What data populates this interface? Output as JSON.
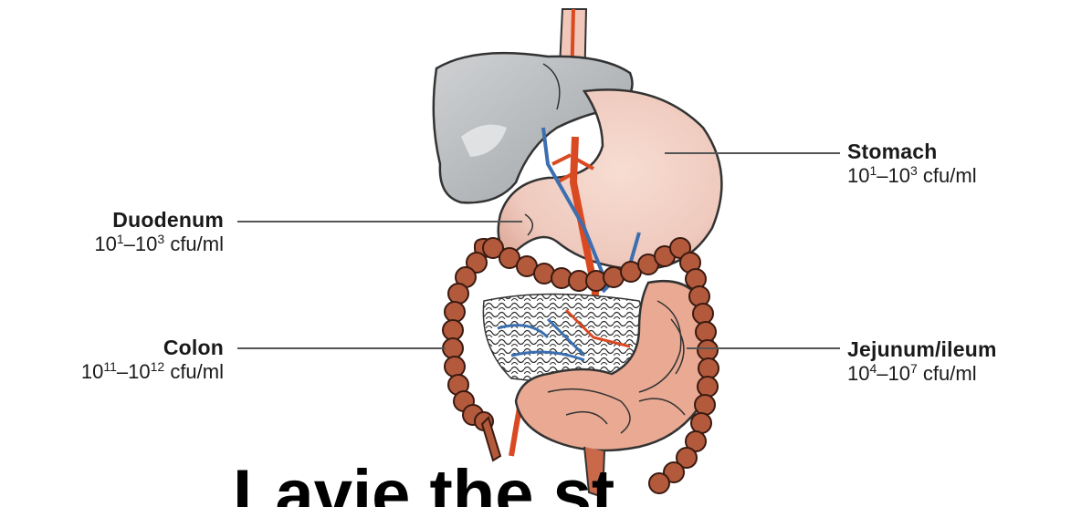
{
  "labels": {
    "stomach": {
      "name": "Stomach",
      "base_low": "10",
      "exp_low": "1",
      "dash": "–",
      "base_high": "10",
      "exp_high": "3",
      "unit": " cfu/ml"
    },
    "duodenum": {
      "name": "Duodenum",
      "base_low": "10",
      "exp_low": "1",
      "dash": "–",
      "base_high": "10",
      "exp_high": "3",
      "unit": " cfu/ml"
    },
    "colon": {
      "name": "Colon",
      "base_low": "10",
      "exp_low": "11",
      "dash": "–",
      "base_high": "10",
      "exp_high": "12",
      "unit": " cfu/ml"
    },
    "jejunum": {
      "name": "Jejunum/ileum",
      "base_low": "10",
      "exp_low": "4",
      "dash": "–",
      "base_high": "10",
      "exp_high": "7",
      "unit": " cfu/ml"
    }
  },
  "caption_fragment": "Lavie the st",
  "colors": {
    "liver": "#b9bcbe",
    "stomach": "#efc9bd",
    "colon": "#b35a3d",
    "small_intestine": "#e9a993",
    "artery": "#d94a22",
    "vein": "#3b6fb0",
    "leader_line": "#555555"
  }
}
